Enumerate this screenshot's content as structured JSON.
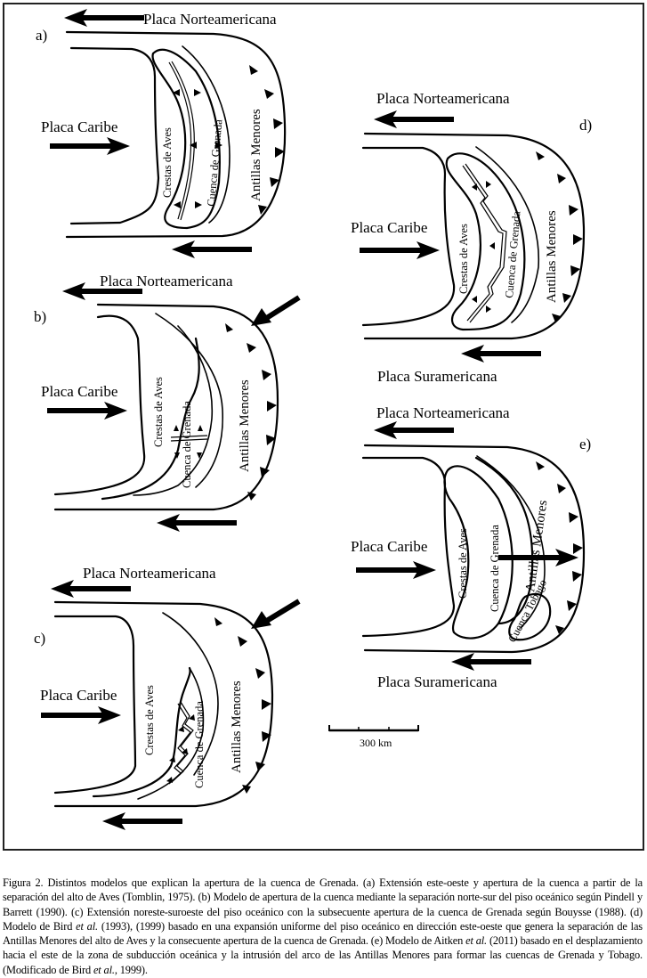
{
  "figure": {
    "panels": [
      {
        "id": "a",
        "letter": "a)",
        "north_plate": "Placa Norteamericana",
        "caribbean_plate": "Placa Caribe",
        "south_plate": "",
        "aves": "Crestas de Aves",
        "grenada": "Cuenca de Grenada",
        "antilles": "Antillas Menores",
        "tobago": ""
      },
      {
        "id": "b",
        "letter": "b)",
        "north_plate": "Placa Norteamericana",
        "caribbean_plate": "Placa Caribe",
        "south_plate": "",
        "aves": "Crestas de Aves",
        "grenada": "Cuenca de Grenada",
        "antilles": "Antillas Menores",
        "tobago": ""
      },
      {
        "id": "c",
        "letter": "c)",
        "north_plate": "Placa Norteamericana",
        "caribbean_plate": "Placa Caribe",
        "south_plate": "",
        "aves": "Crestas de Aves",
        "grenada": "Cuenca de Grenada",
        "antilles": "Antillas Menores",
        "tobago": ""
      },
      {
        "id": "d",
        "letter": "d)",
        "north_plate": "Placa Norteamericana",
        "caribbean_plate": "Placa Caribe",
        "south_plate": "Placa Suramericana",
        "aves": "Crestas de Aves",
        "grenada": "Cuenca de Grenada",
        "antilles": "Antillas Menores",
        "tobago": ""
      },
      {
        "id": "e",
        "letter": "e)",
        "north_plate": "Placa Norteamericana",
        "caribbean_plate": "Placa Caribe",
        "south_plate": "Placa Suramericana",
        "aves": "Crestas de Aves",
        "grenada": "Cuenca de Grenada",
        "antilles": "Antillas Menores",
        "tobago": "Cuenca Tobago"
      }
    ],
    "scale_bar": {
      "label": "300 km",
      "value_km": 300
    }
  },
  "caption": {
    "p1": "Figura 2. Distintos modelos que explican la apertura de la cuenca de Grenada. (a) Extensión este-oeste y apertura de la cuenca a partir de la separación del alto de Aves (Tomblin, 1975). (b) Modelo de apertura de la cuenca mediante la separación norte-sur del piso oceánico según Pindell y Barrett (1990). (c) Extensión noreste-suroeste del piso oceánico con la subsecuente apertura de la cuenca de Grenada según Bouysse (1988). (d) Modelo de Bird ",
    "etal1": "et al.",
    "p2": " (1993), (1999) basado en una expansión uniforme del piso oceánico en dirección este-oeste que genera la separación de las Antillas Menores del alto de Aves y la consecuente apertura de la cuenca de Grenada. (e) Modelo de Aitken ",
    "etal2": "et al.",
    "p3": " (2011) basado en el desplazamiento hacia el este de la zona de subducción oceánica y la intrusión del arco de las Antillas Menores para formar las cuencas de Grenada y Tobago. (Modificado de Bird ",
    "etal3": "et al.",
    "p4": ", 1999)."
  }
}
